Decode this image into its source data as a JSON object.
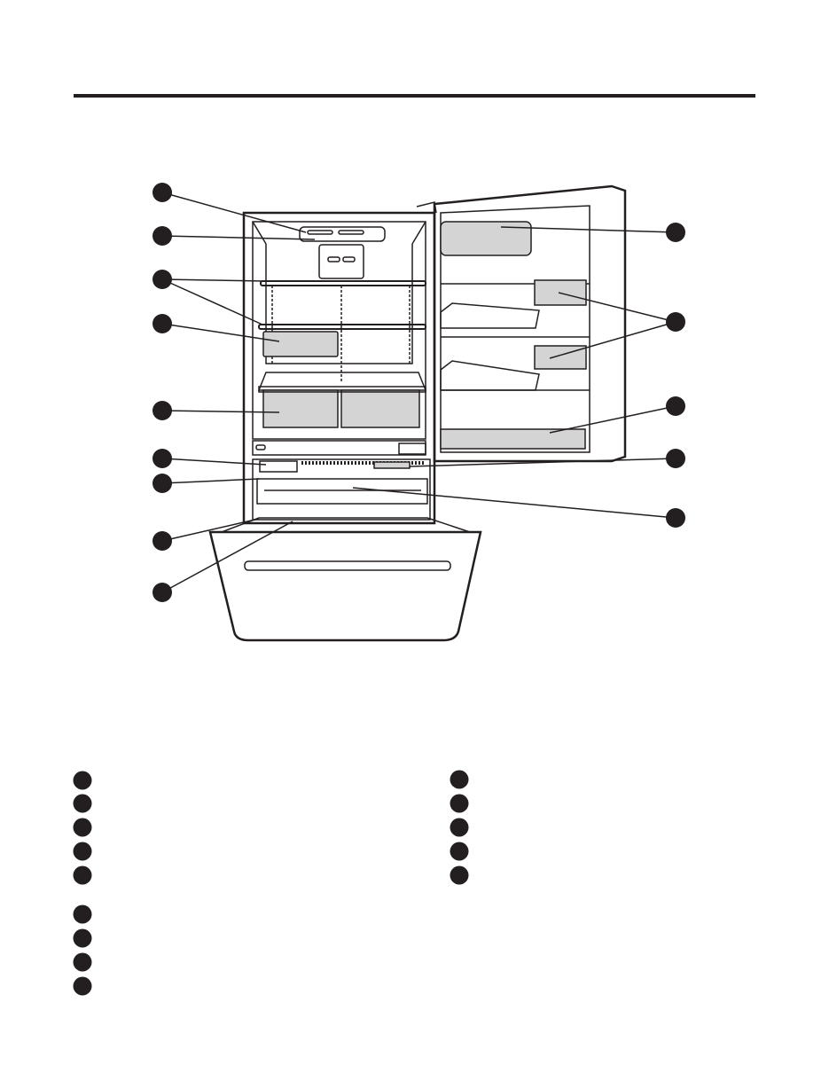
{
  "colors": {
    "ink": "#231f20",
    "fill_gray": "#d4d4d4",
    "background": "#ffffff"
  },
  "diagram": {
    "subject": "refrigerator-open-interior",
    "callout_count_left": 9,
    "callout_count_right": 5
  },
  "legend": {
    "left_marker_count": 9,
    "right_marker_count": 5
  }
}
